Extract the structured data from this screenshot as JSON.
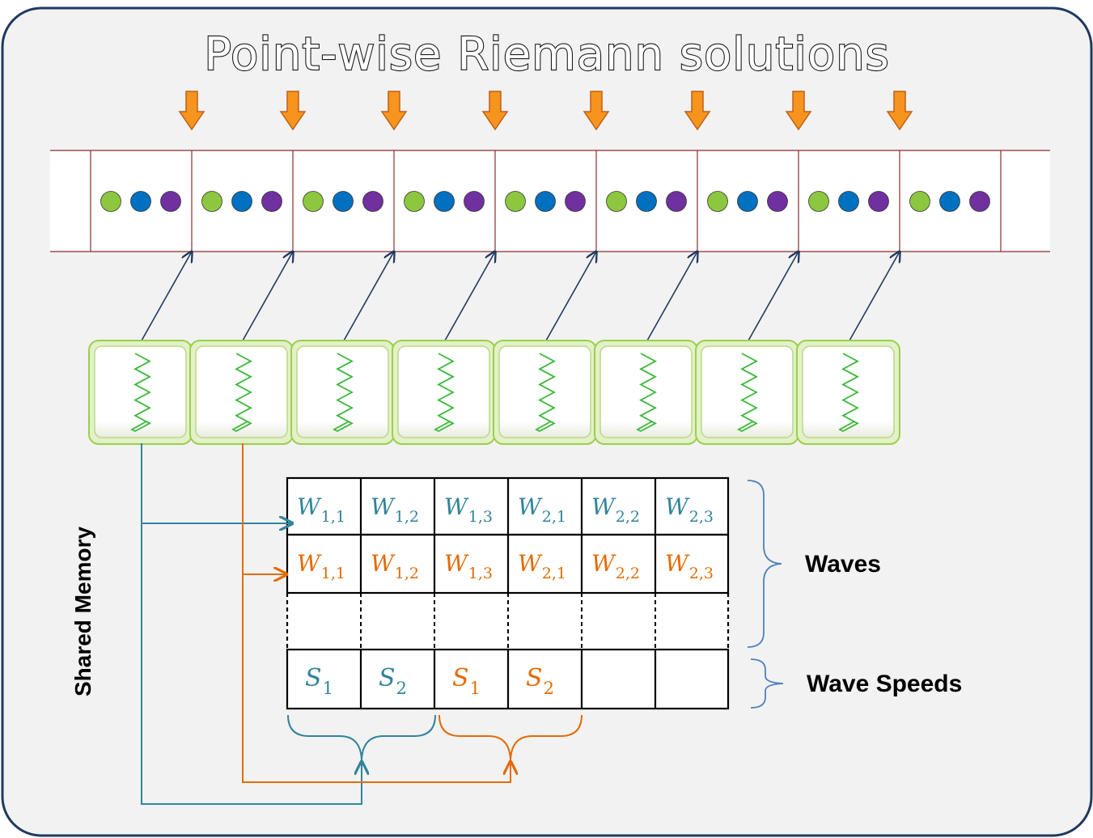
{
  "title": "Point-wise Riemann solutions",
  "colors": {
    "frame_border": "#1f3a5f",
    "panel_bg": "#f2f2f2",
    "arrow_orange": "#f7941d",
    "dot_green": "#8dc63f",
    "dot_blue": "#0070c0",
    "dot_purple": "#7030a0",
    "thread_border": "#9bd04a",
    "zigzag_green": "#3cb83c",
    "teal": "#31849b",
    "orange": "#e36c09",
    "wave_brace": "#4f81bd",
    "cell_divider": "#8b2c2c"
  },
  "icons": {
    "down_arrow": "orange-down-arrow-icon",
    "zigzag": "zigzag-thread-icon",
    "cell_dot": "circle-dot-icon"
  },
  "row1": {
    "cells": [
      {
        "var": "W",
        "sub": "1,1"
      },
      {
        "var": "W",
        "sub": "1,2"
      },
      {
        "var": "W",
        "sub": "1,3"
      },
      {
        "var": "W",
        "sub": "2,1"
      },
      {
        "var": "W",
        "sub": "2,2"
      },
      {
        "var": "W",
        "sub": "2,3"
      }
    ]
  },
  "row2": {
    "cells": [
      {
        "var": "W",
        "sub": "1,1"
      },
      {
        "var": "W",
        "sub": "1,2"
      },
      {
        "var": "W",
        "sub": "1,3"
      },
      {
        "var": "W",
        "sub": "2,1"
      },
      {
        "var": "W",
        "sub": "2,2"
      },
      {
        "var": "W",
        "sub": "2,3"
      }
    ]
  },
  "speeds": {
    "cells": [
      {
        "var": "S",
        "sub": "1"
      },
      {
        "var": "S",
        "sub": "2"
      },
      {
        "var": "S",
        "sub": "1"
      },
      {
        "var": "S",
        "sub": "2"
      }
    ]
  },
  "labels": {
    "shared_memory": "Shared Memory",
    "waves": "Waves",
    "wave_speeds": "Wave Speeds"
  }
}
